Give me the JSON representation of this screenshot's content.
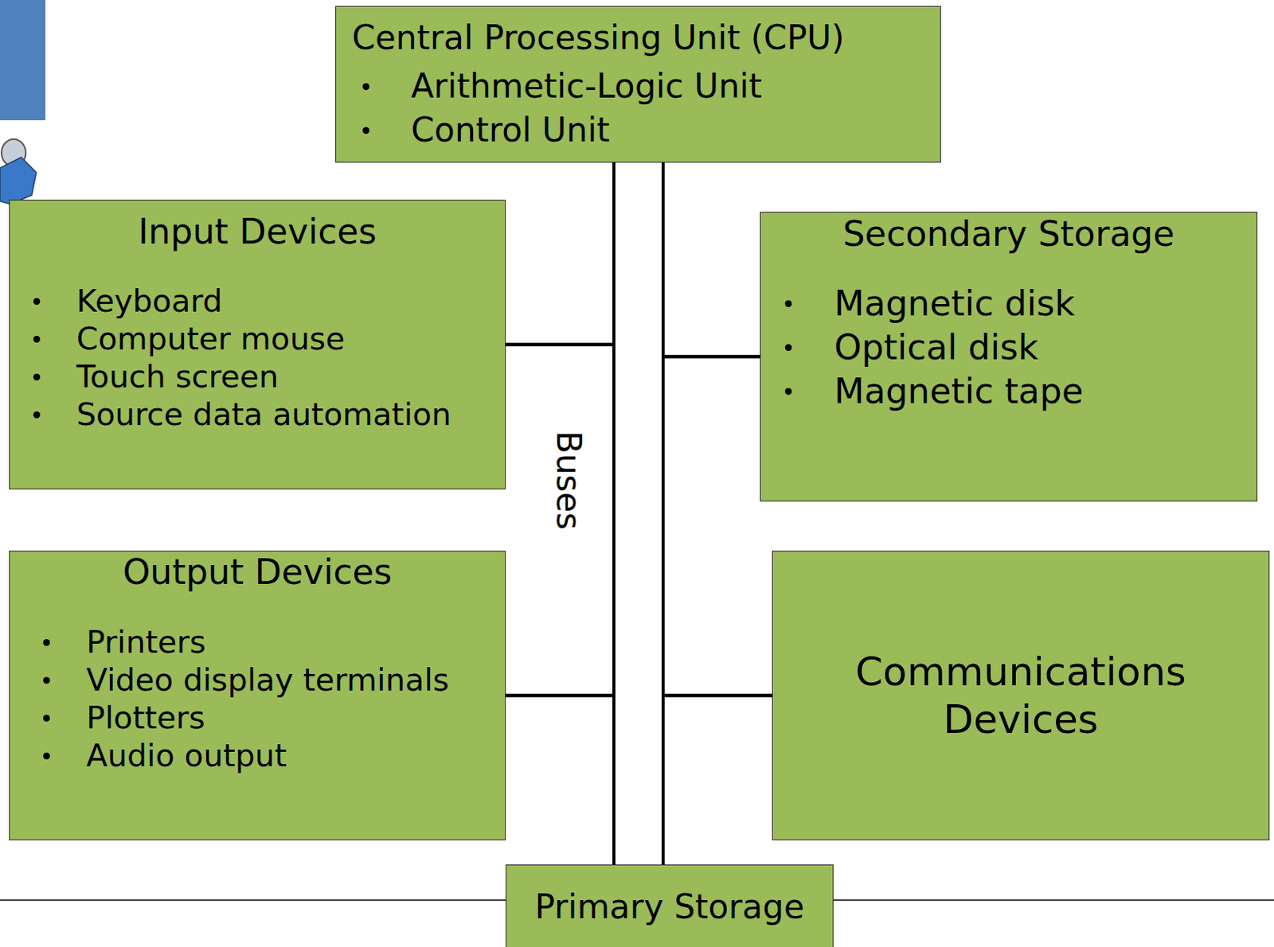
{
  "diagram": {
    "nodes": [
      {
        "text": [
          "Central Processing Unit (CPU)",
          "Arithmetic-Logic Unit",
          "Control Unit"
        ]
      },
      {
        "text": [
          "Input Devices",
          "Keyboard",
          "Computer mouse",
          "Touch screen",
          "Source data automation"
        ]
      },
      {
        "text": [
          "Secondary Storage",
          "Magnetic disk",
          "Optical disk",
          "Magnetic tape"
        ]
      },
      {
        "text": [
          "Output Devices",
          "Printers",
          "Video display terminals",
          "Plotters",
          "Audio output"
        ]
      },
      {
        "text": [
          "Communications Devices"
        ]
      },
      {
        "text": [
          "Primary Storage"
        ]
      }
    ],
    "edges": [
      {
        "from": 0,
        "to": 5,
        "arrow": "none"
      },
      {
        "from": 0,
        "to": 5,
        "arrow": "none"
      },
      {
        "from": 1,
        "to": 0,
        "arrow": "none"
      },
      {
        "from": 1,
        "to": 5,
        "arrow": "none"
      },
      {
        "from": 2,
        "to": 0,
        "arrow": "none"
      },
      {
        "from": 2,
        "to": 5,
        "arrow": "none"
      },
      {
        "from": 3,
        "to": 0,
        "arrow": "none"
      },
      {
        "from": 3,
        "to": 5,
        "arrow": "none"
      },
      {
        "from": 4,
        "to": 0,
        "arrow": "none"
      },
      {
        "from": 4,
        "to": 5,
        "arrow": "none"
      }
    ],
    "labels": [
      "Buses"
    ]
  }
}
